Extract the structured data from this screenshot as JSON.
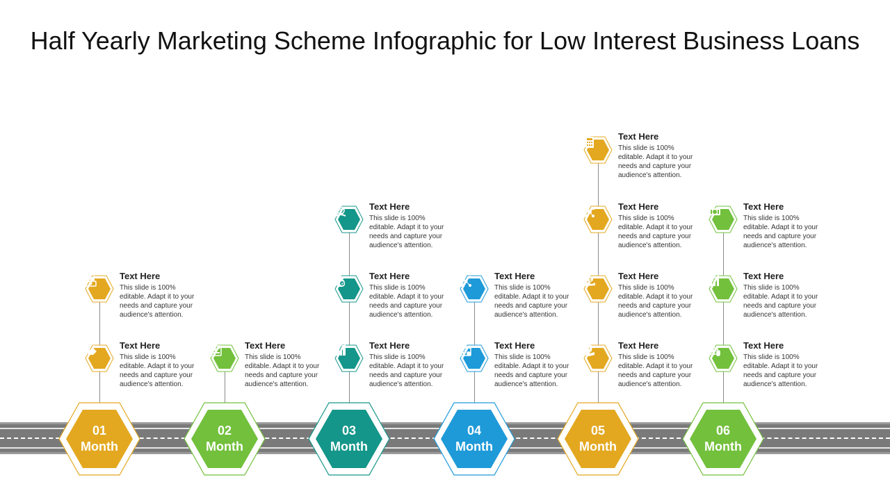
{
  "title": "Half Yearly Marketing Scheme Infographic for Low Interest Business Loans",
  "colors": {
    "yellow": "#E3A820",
    "green": "#72C03C",
    "teal": "#14968A",
    "blue": "#1E9AD9",
    "road": "#7a7a7a"
  },
  "months": [
    {
      "number": "01",
      "label": "Month",
      "color": "#E3A820",
      "items": [
        {
          "icon": "chart-bill-icon",
          "heading": "Text Here",
          "text": "This slide is 100% editable.  Adapt it to your needs and capture your audience's attention."
        },
        {
          "icon": "handshake-icon",
          "heading": "Text Here",
          "text": "This slide is 100% editable.  Adapt it to your needs and capture your audience's attention."
        }
      ]
    },
    {
      "number": "02",
      "label": "Month",
      "color": "#72C03C",
      "items": [
        {
          "icon": "id-card-icon",
          "heading": "Text Here",
          "text": "This slide is 100% editable.  Adapt it to your needs and capture your audience's attention."
        }
      ]
    },
    {
      "number": "03",
      "label": "Month",
      "color": "#14968A",
      "items": [
        {
          "icon": "dollar-hand-icon",
          "heading": "Text Here",
          "text": "This slide is 100% editable.  Adapt it to your needs and capture your audience's attention."
        },
        {
          "icon": "money-bag-icon",
          "heading": "Text Here",
          "text": "This slide is 100% editable.  Adapt it to your needs and capture your audience's attention."
        },
        {
          "icon": "buildings-chart-icon",
          "heading": "Text Here",
          "text": "This slide is 100% editable.  Adapt it to your needs and capture your audience's attention."
        }
      ]
    },
    {
      "number": "04",
      "label": "Month",
      "color": "#1E9AD9",
      "items": [
        {
          "icon": "network-icon",
          "heading": "Text Here",
          "text": "This slide is 100% editable.  Adapt it to your needs and capture your audience's attention."
        },
        {
          "icon": "calendar-dollar-icon",
          "heading": "Text Here",
          "text": "This slide is 100% editable.  Adapt it to your needs and capture your audience's attention."
        }
      ]
    },
    {
      "number": "05",
      "label": "Month",
      "color": "#E3A820",
      "items": [
        {
          "icon": "calculator-icon",
          "heading": "Text Here",
          "text": "This slide is 100% editable.  Adapt it to your needs and capture your audience's attention."
        },
        {
          "icon": "gears-dollar-icon",
          "heading": "Text Here",
          "text": "This slide is 100% editable.  Adapt it to your needs and capture your audience's attention."
        },
        {
          "icon": "hand-dollar-icon",
          "heading": "Text Here",
          "text": "This slide is 100% editable.  Adapt it to your needs and capture your audience's attention."
        },
        {
          "icon": "hand-bills-icon",
          "heading": "Text Here",
          "text": "This slide is 100% editable.  Adapt it to your needs and capture your audience's attention."
        }
      ]
    },
    {
      "number": "06",
      "label": "Month",
      "color": "#72C03C",
      "items": [
        {
          "icon": "cash-icon",
          "heading": "Text Here",
          "text": "This slide is 100% editable.  Adapt it to your needs and capture your audience's attention."
        },
        {
          "icon": "growth-chart-icon",
          "heading": "Text Here",
          "text": "This slide is 100% editable.  Adapt it to your needs and capture your audience's attention."
        },
        {
          "icon": "coin-stack-icon",
          "heading": "Text Here",
          "text": "This slide is 100% editable.  Adapt it to your needs and capture your audience's attention."
        }
      ]
    }
  ]
}
